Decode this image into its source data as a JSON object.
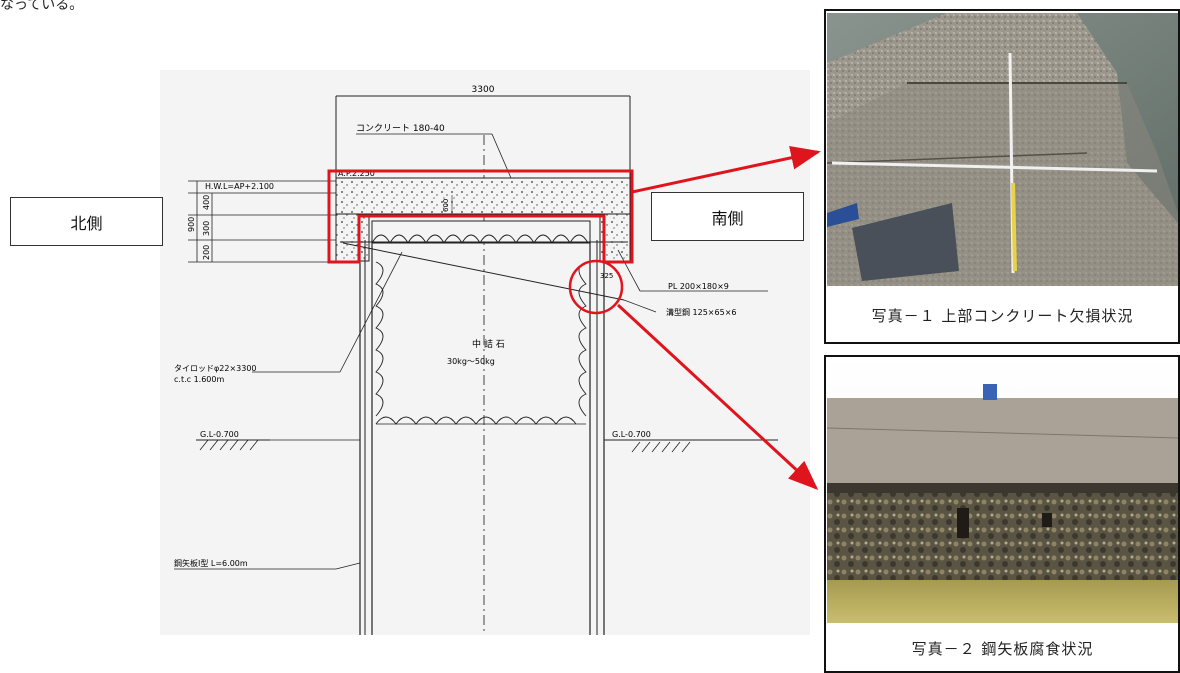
{
  "header_fragment": "なっている。",
  "north_label": "北側",
  "south_label": "南側",
  "drawing": {
    "width_dim": "3300",
    "concrete_label": "コンクリート 180-40",
    "ap_label": "A.P.2.250",
    "hwl_label": "H.W.L=AP+2.100",
    "height_dim_total": "900",
    "height_dim_top": "400",
    "height_dim_mid": "300",
    "height_dim_bot": "200",
    "inner_dim": "600",
    "pl_label": "PL 200×180×9",
    "channel_label": "溝型鋼 125×65×6",
    "small_dim": "325",
    "fill_label_1": "中 詰 石",
    "fill_label_2": "30kg～50kg",
    "tierod_label_1": "タイロッドφ22×3300",
    "tierod_label_2": "c.t.c 1.600m",
    "gl_left": "G.L-0.700",
    "gl_right": "G.L-0.700",
    "sheetpile_label": "鋼矢板Ⅰ型 L=6.00m"
  },
  "photo1_caption": "写真－１ 上部コンクリート欠損状況",
  "photo2_caption": "写真－２ 鋼矢板腐食状況",
  "colors": {
    "highlight": "#e0141c",
    "drawing_bg": "#f4f4f4"
  }
}
